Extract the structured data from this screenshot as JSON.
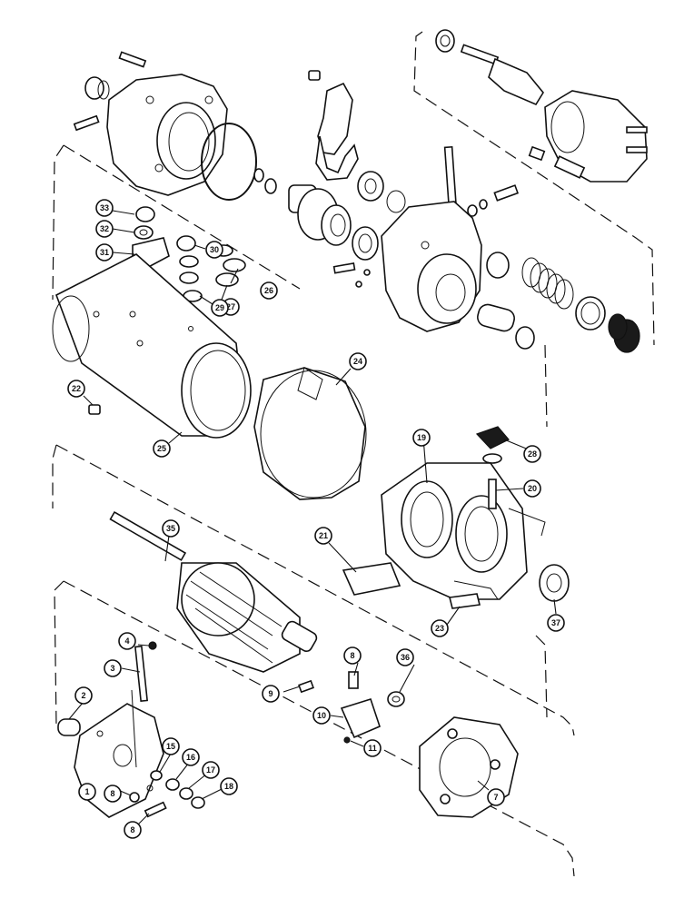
{
  "diagram": {
    "type": "exploded-parts-view",
    "callouts": [
      {
        "id": "c1",
        "label": "1"
      },
      {
        "id": "c2",
        "label": "2"
      },
      {
        "id": "c3",
        "label": "3"
      },
      {
        "id": "c4",
        "label": "4"
      },
      {
        "id": "c7",
        "label": "7"
      },
      {
        "id": "c8a",
        "label": "8"
      },
      {
        "id": "c8b",
        "label": "8"
      },
      {
        "id": "c8c",
        "label": "8"
      },
      {
        "id": "c9",
        "label": "9"
      },
      {
        "id": "c10",
        "label": "10"
      },
      {
        "id": "c11",
        "label": "11"
      },
      {
        "id": "c15",
        "label": "15"
      },
      {
        "id": "c16",
        "label": "16"
      },
      {
        "id": "c17",
        "label": "17"
      },
      {
        "id": "c18",
        "label": "18"
      },
      {
        "id": "c19",
        "label": "19"
      },
      {
        "id": "c20",
        "label": "20"
      },
      {
        "id": "c21",
        "label": "21"
      },
      {
        "id": "c22",
        "label": "22"
      },
      {
        "id": "c23",
        "label": "23"
      },
      {
        "id": "c24",
        "label": "24"
      },
      {
        "id": "c25",
        "label": "25"
      },
      {
        "id": "c26",
        "label": "26"
      },
      {
        "id": "c27",
        "label": "27"
      },
      {
        "id": "c28",
        "label": "28"
      },
      {
        "id": "c29",
        "label": "29"
      },
      {
        "id": "c30",
        "label": "30"
      },
      {
        "id": "c31",
        "label": "31"
      },
      {
        "id": "c32",
        "label": "32"
      },
      {
        "id": "c33",
        "label": "33"
      },
      {
        "id": "c35",
        "label": "35"
      },
      {
        "id": "c36",
        "label": "36"
      },
      {
        "id": "c37",
        "label": "37"
      }
    ]
  }
}
